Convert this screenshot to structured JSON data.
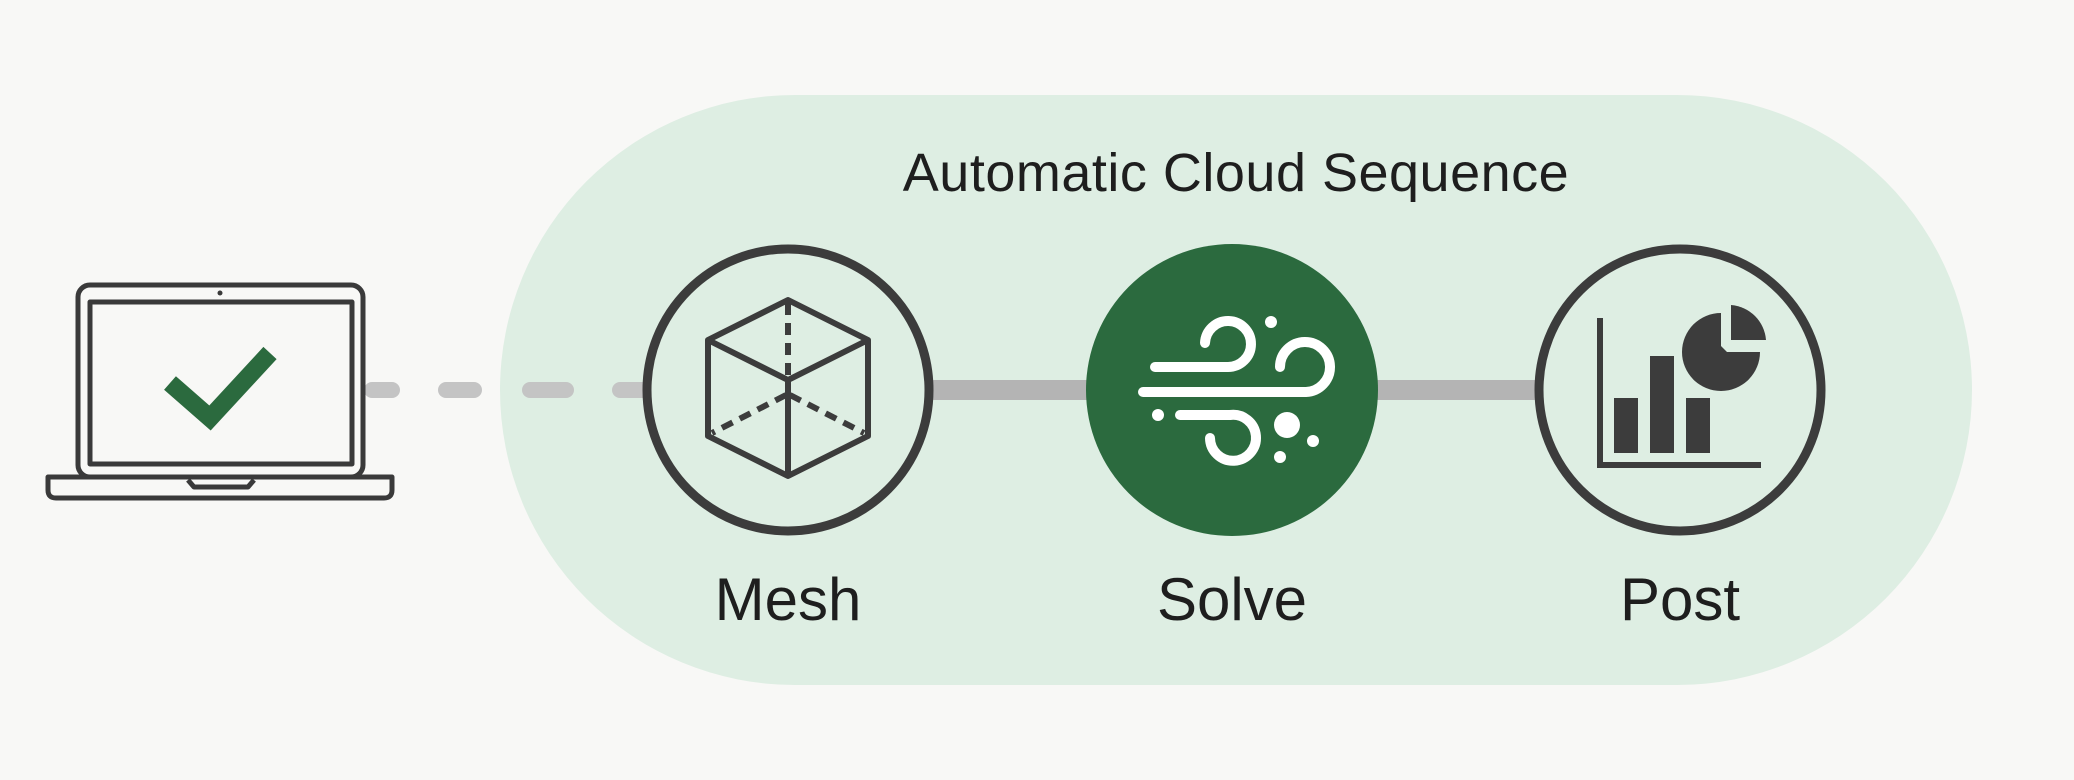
{
  "diagram": {
    "title": "Automatic Cloud Sequence",
    "client": {
      "icon": "laptop-icon",
      "status_icon": "checkmark-icon",
      "connection": "dashed"
    },
    "steps": [
      {
        "label": "Mesh",
        "icon": "cube-icon",
        "state": "completed"
      },
      {
        "label": "Solve",
        "icon": "wind-flow-icon",
        "state": "active"
      },
      {
        "label": "Post",
        "icon": "chart-icon",
        "state": "pending"
      }
    ],
    "colors": {
      "accent": "#2b6a3e",
      "group_background": "#deeee3",
      "outline": "#3c3c3c",
      "connector": "#b4b4b4"
    }
  }
}
